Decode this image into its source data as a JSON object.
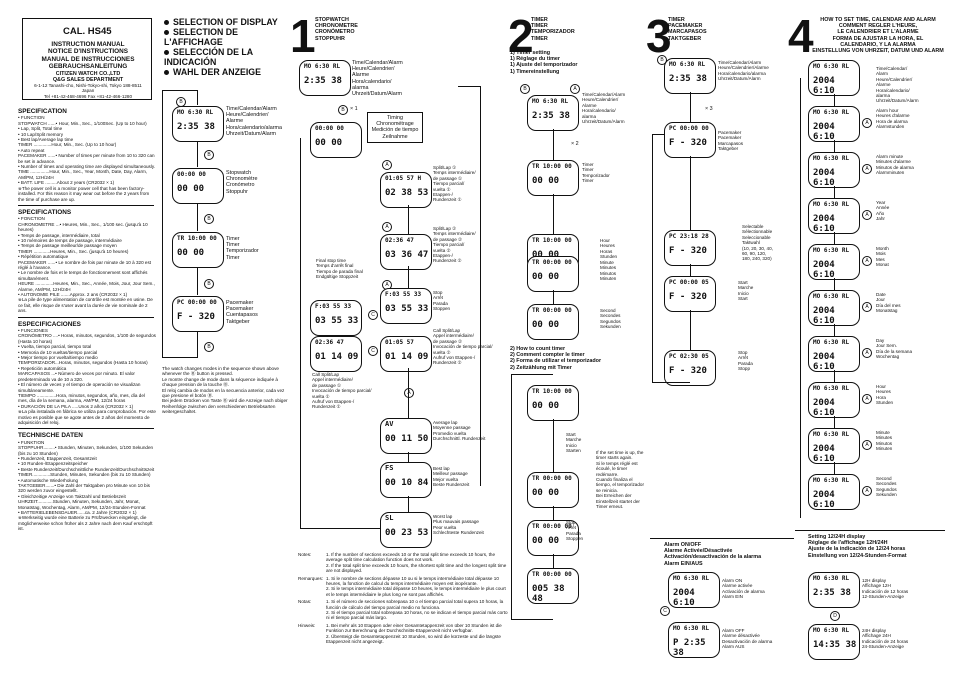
{
  "header": {
    "cal": "CAL. HS45",
    "titles": [
      "INSTRUCTION MANUAL",
      "NOTICE D'INSTRUCTIONS",
      "MANUAL DE INSTRUCCIONES",
      "GEBRAUCHSANLEITUNG"
    ],
    "company": "CITIZEN WATCH CO.,LTD",
    "dept": "Q&G SALES DEPARTMENT",
    "address1": "6-1-12 Tanashi-cho, Nishi-Tokyo-shi, Tokyo 188-8511 Japan",
    "address2": "Tel +81-42-468-4696  Fax +81-42-466-1280"
  },
  "specs": {
    "en": {
      "title": "SPECIFICATION",
      "lines": [
        "• FUNCTION",
        "STOPWATCH ......• Hour, Min., Sec., 1/100Sec. (Up to 10 hour)",
        "• Lap, Split, Total time",
        "• 10 Lap/Split memory",
        "• Best lap/Average lap time",
        "TIMER ..............Hour, Min., Sec. (Up to 10 hour)",
        "• Auto repeat",
        "PACEMAKER ......• Number of times per minute from 10 to 320 can be set in advance.",
        "• Number of times and operating time are displayed simultaneously.",
        "TIME ...............Hour, Min., Sec., Year, Month, Date, Day, Alarm, AM/PM, 12H/24H",
        "• BATT. LIFE .........About 2 years  (CR2032 × 1)",
        "※The power cell is a monitor power cell that has been factory-installed. For this reason it may wear out before the 2 years from the time of purchase are up."
      ]
    },
    "fr": {
      "title": "SPECIFICATIONS",
      "lines": [
        "• FONCTION",
        "CHRONOMETRE ...• Heures, Min., Sec., 1/100 sec. (jusqu'à 10 heures)",
        "• Temps de passage, intermédiaire, total",
        "• 10 mémoires de temps de passage, intermédiaire",
        "• Temps de passage meilleur/de passage moyen",
        "TIMER .............Heures, Min., Sec. (jusqu'à 10 heures)",
        "• Répétition automatique",
        "PACEMAKER ......• Le nombre de fois par minute de 10 à 320 est réglé à l'avance.",
        "• Le nombre de fois et le temps de fonctionnement sont affichés simultanément.",
        "HEURE ..............Heures, Min., Sec., Année, Mois, Jour, Jour Sem., Alarme, AM/PM, 12H/24H",
        "• AUTONOMIE PILE .......Approx. 2 ans  (CR2032 × 1)",
        "※La pile de type alimentation de contrôle est montée en usine. De ce fait, elle risque de s'user avant la durée de vie nominale de 2 ans."
      ]
    },
    "es": {
      "title": "ESPECIFICACIONES",
      "lines": [
        "• FUNCIONES",
        "CRONÓMETRO ....• Horas, minutos, segundos, 1/100 de segundos (Hasta 10 horas)",
        "• Vuelta, tiempo parcial, tiempo total",
        "• Memoria de 10 vueltas/tiempo parcial",
        "• Mejor tiempo por vuelta/tiempo medio",
        "TEMPORIZADOR...Horas, minutos, segundos (Hasta 10 horas)",
        "• Repetición automática",
        "MARCAPASOS ...• Número de veces por minuto. El valor predeterminado va de 10 a 320.",
        "• El número de veces y el tiempo de operación se visualizan simultáneamente.",
        "TIEMPO ...............Hora, minutos, segundos, año, mes, día del mes, día de la semana, alarma, AM/PM, 12/24 horas",
        "• DURACIÓN DE LA PILA .....Unos 2 años  (CR2032 × 1)",
        "※La pila instalada en fábrica se utiliza para comprobación. Por este motivo es posible que se agote antes de 2 años del momento de adquisición del reloj."
      ]
    },
    "de": {
      "title": "TECHNISCHE DATEN",
      "lines": [
        "• FUNKTION",
        "STOPPUHR.........• Stunden, Minuten, Sekunden, 1/100 Sekunden (bis zu 10 Stunden)",
        "• Rundenzeit, Etappenzeit, Gesamtzeit",
        "• 10 Runden-/Etappenzeitspeicher",
        "• Beste Rundenzeit/Durchschnittliche Rundenzeit/Durchschnittszeit",
        "TIMER..............Stunden, Minuten, Sekunden (bis zu 10 Stunden)",
        "• Automatische Wiederholung",
        "TAKTGEBER.......• Die Zahl der Taktgaben pro Minute von 10 bis 320 werden zuvor eingestellt.",
        "• Gleichzeitige Anzeige von Taktzahl und Betriebszeit",
        "UHRZEIT............Stunden, Minuten, Sekunden, Jahr, Monat, Monatstag, Wochentag, Alarm, AM/PM, 12/24-Stunden-Format",
        "• BATTERIELEBENSDAUER......ca. 2 Jahre (CR2032 × 1)",
        "※Werkseitig wurde eine Batterie zu Prüfzwecken eingelegt, die möglicherweise schon früher als 2 Jahre nach dem Kauf erschöpft ist."
      ]
    }
  },
  "selection": {
    "titles": [
      "SELECTION OF DISPLAY",
      "SELECTION DE L'AFFICHAGE",
      "SELECCIÓN DE LA INDICACIÓN",
      "WAHL DER ANZEIGE"
    ],
    "modes": [
      {
        "name": "time",
        "l1": "MO 6:30 RL",
        "l2": "2:35 38",
        "labels": [
          "Time/Calendar/Alarm",
          "Heure/Calendrier/",
          "Alarme",
          "Hora/calendario/alarma",
          "Uhrzeit/Datum/Alarm"
        ]
      },
      {
        "name": "stopwatch",
        "l1": "00:00 00",
        "l2": "00 00",
        "labels": [
          "Stopwatch",
          "Chronomètre",
          "Cronómetro",
          "Stoppuhr"
        ]
      },
      {
        "name": "timer",
        "l1": "TR 10:00 00",
        "l2": "00 00",
        "labels": [
          "Timer",
          "Timer",
          "Temporizador",
          "Timer"
        ]
      },
      {
        "name": "pacemaker",
        "l1": "PC 00:00 00",
        "l2": "F - 320",
        "labels": [
          "Pacemaker",
          "Pacemaker",
          "Cuentapasos",
          "Taktgeber"
        ]
      }
    ],
    "note": [
      "The watch changes modes in the sequence shown above whenever the Ⓑ button is pressed.",
      "Le montre change de mode dans la séquence indiquée à chaque pression de la touche Ⓑ.",
      "El reloj cambia de modos en la secuencia anterior, cada vez que presione el botón Ⓑ.",
      "Bei jedem Drücken von Taste Ⓑ wird die Anzeige nach obiger Reihenfolge zwischen den verschiedenen Betriebsarten weitergeschaltet."
    ]
  },
  "section1": {
    "number": "1",
    "titles": [
      "STOPWATCH",
      "CHRONOMETRE",
      "CRONÓMETRO",
      "STOPPUHR"
    ],
    "timing": [
      "Timing",
      "Chronométrage",
      "Medición de tiempo",
      "Zeilnahme"
    ],
    "split1": [
      "Split/Lap ①",
      "Temps intermédiaire/",
      "de passage ①",
      "Tiempo parcial/",
      "vuelta ①",
      "Etappen-/",
      "Rundenzeit ①"
    ],
    "split2": [
      "Split/Lap ②",
      "Temps intermédiaire/",
      "de passage ②",
      "Tiempo parcial/",
      "vuelta ②",
      "Etappen-/",
      "Rundenzeit ②"
    ],
    "final": [
      "Final stop time",
      "Temps d'arrêt final",
      "Tiempo de parada final",
      "Endgültige Stoppzeit"
    ],
    "stop": [
      "Stop",
      "Arrêt",
      "Parada",
      "Stoppen"
    ],
    "callsplit": [
      "Call Split/Lap",
      "Appel intermédiaire/",
      "de passage ①",
      "Invocación de tiempo parcial/",
      "vuelta ①",
      "Aufruf von Etappen-/",
      "Rundenzeit ①"
    ],
    "callsplit2": [
      "Call Split/Lap",
      "Appel intermédiaire/",
      "de passage ②",
      "Invocación de tiempo parcial/",
      "vuelta ②",
      "Aufruf von Etappen-/",
      "Rundenzeit ②"
    ],
    "average": [
      "Average lap",
      "Moyenne passage",
      "Promedio vuelta",
      "Durchschnittl. Rundenzeit"
    ],
    "best": [
      "Best lap",
      "Meilleur passage",
      "Mejor vuelta",
      "Beste Rundenzeit"
    ],
    "worst": [
      "Worst lap",
      "Plus mauvais passage",
      "Peor vuelta",
      "Schlechteste Rundenzeit"
    ],
    "displays": {
      "start": "00:00 00",
      "split1a": "01:05 57 H",
      "split1b": "02 38 53",
      "split2a": "02:36 47",
      "split2b": "03 36 47",
      "finala": "F:03 55 33",
      "finalb": "03 55 33",
      "calla": "01:05 57",
      "callb": "01 14 09",
      "av": "00 11 50",
      "fs": "00 10 84",
      "sl": "00 23 53"
    },
    "notes_label": [
      "Notes:",
      "Remarques:",
      "Notas:",
      "Hinweis:"
    ],
    "notes": [
      "1. If the number of sections exceeds 10 or the total split time exceeds 10 hours, the average split time calculation function does not work.",
      "2. If the total split time exceeds 10 hours, the shortest split time and the longest split time are not displayed.",
      "1. Si le nombre de sections dépasse 10 ou si le temps intermédiaire total dépasse 10 heures, la fonction de calcul du temps intermédiaire moyen est inopérante.",
      "2. Si le temps intermédiaire total dépasse 10 heures, le temps intermédiaire le plus court et le temps intermédiaire le plus long ne sont pas affichés.",
      "1. Si el número de secciones sobrepasa 10 o el tiempo parcial total supera 10 horas, la función de cálculo del tiempo parcial medio no funciona.",
      "2. Si el tiempo parcial total sobrepasa 10 horas, no se indican el tiempo parcial más corto ni el tiempo parcial más largo.",
      "1. Bei mehr als 10 Etappen oder einer Gesamtetappenzeit von über 10 Stunden ist die Funktion zur Berechnung der Durchschnitts-Etappenzeit nicht verfügbar.",
      "2. Übersteigt die Gesamtetappenzeit 10 Stunden, so wird die kürzeste und die längste Etappenzeit nicht angezeigt."
    ]
  },
  "section2": {
    "number": "2",
    "titles": [
      "TIMER",
      "TIMER",
      "TEMPORIZADOR",
      "TIMER"
    ],
    "setting": [
      "1) Timer setting",
      "1) Réglage du timer",
      "1) Ajuste del temporizador",
      "1) Timereinstellung"
    ],
    "modes": [
      "Time/Calendar/Alarm",
      "Heure/Calendrier/",
      "Alarme",
      "Hora/calendario/",
      "alarma",
      "Uhrzeit/Datum/Alarm"
    ],
    "timer": [
      "Timer",
      "Timer",
      "Temporizador",
      "Timer"
    ],
    "hour": [
      "Hour",
      "Heures",
      "Horas",
      "Stunden"
    ],
    "minute": [
      "Minute",
      "Minutes",
      "Minutos",
      "Minuten"
    ],
    "second": [
      "Second",
      "Secondes",
      "Segundos",
      "Sekunden"
    ],
    "count": [
      "2) How to count timer",
      "2) Comment compter le timer",
      "2) Forma de utilizar el temporizador",
      "2) Zeitzählung mit Timer"
    ],
    "start": [
      "Start",
      "Marche",
      "Inicio",
      "Starten"
    ],
    "if0": [
      "If the set time is up, the timer starts again.",
      "Si le temps réglé est écoulé, le timer redémarre.",
      "Cuando finaliza el tiempo, el temporizador se reinicia.",
      "Bei Erreichen der Einstellzeit startet der Timer erneut."
    ],
    "stop": [
      "Stop",
      "Arrêt",
      "Parada",
      "Stoppen"
    ],
    "displays": {
      "t1": "TR 10:00 00",
      "t1b": "00 00",
      "t2": "TR 10:00 00",
      "t3": "TR 00:00 00",
      "t4": "TR 00:00 00",
      "t5": "TR 00:00 00",
      "c1": "TR 10:00 00",
      "c2": "TR 00:00 00",
      "c3": "TR 00:00 00",
      "c4": "TR 00:00 00",
      "c4b": "005 38 48"
    }
  },
  "section3": {
    "number": "3",
    "titles": [
      "TIMER",
      "PACEMAKER",
      "MARCAPASOS",
      "TAKTGEBER"
    ],
    "modes": [
      "Time/Calendar/Alarm",
      "Heure/Calendrier/Alarme",
      "Hora/calendario/alarma",
      "Uhrzeit/Datum/Alarm"
    ],
    "pacemaker": [
      "Pacemaker",
      "Pacemaker",
      "Marcapasos",
      "Taktgeber"
    ],
    "selectable": [
      "Selectable",
      "Sélectionnable",
      "Seleccionable",
      "Taktwahl",
      "(10, 20, 30, 40,",
      "60, 90, 120,",
      "180, 240, 320)"
    ],
    "start": [
      "Start",
      "Marche",
      "Inicio",
      "Start"
    ],
    "stop": [
      "Stop",
      "Arrêt",
      "Parada",
      "Stopp"
    ],
    "displays": {
      "p1": "PC 00:00 00",
      "p1b": "F - 320",
      "p2": "PC 23:18 28",
      "p2b": "F - 320",
      "p3": "PC 00:00 05",
      "p3b": "F - 320",
      "p4": "PC 02:30 05",
      "p4b": "F - 320"
    }
  },
  "section4": {
    "number": "4",
    "titles": [
      "HOW TO SET TIME, CALENDAR AND ALARM",
      "COMMENT REGLER L'HEURE,",
      "LE CALENDRIER ET L'ALARME",
      "FORMA DE AJUSTAR LA HORA, EL",
      "CALENDARIO, Y LA ALARMA",
      "EINSTELLUNG VON UHRZEIT, DATUM UND ALARM"
    ],
    "rows": [
      {
        "l1": "MO 6:30 RL",
        "l2": "2004 6:10",
        "labels": [
          "Time/Calendar/",
          "Alarm",
          "Heure/Calendrier/",
          "Alarme",
          "Hora/calendario/",
          "alarma",
          "Uhrzeit/Datum/Alarm"
        ]
      },
      {
        "l1": "MO 6:30 RL",
        "l2": "2004 6:10",
        "labels": [
          "Alarm hour",
          "Heures d'alarme",
          "Hora de alarma",
          "Alarmstunden"
        ]
      },
      {
        "l1": "MO 6:30 RL",
        "l2": "2004 6:10",
        "labels": [
          "Alarm minute",
          "Minutes d'alarme",
          "Minutos de alarma",
          "Alarmminuten"
        ]
      },
      {
        "l1": "MO 6:30 RL",
        "l2": "2004 6:10",
        "labels": [
          "Year",
          "Année",
          "Año",
          "Jahr"
        ]
      },
      {
        "l1": "MO 6:30 RL",
        "l2": "2004 6:10",
        "labels": [
          "Month",
          "Mois",
          "Mes",
          "Monat"
        ]
      },
      {
        "l1": "MO 6:30 RL",
        "l2": "2004 6:10",
        "labels": [
          "Date",
          "Jour",
          "Día del mes",
          "Monatstag"
        ]
      },
      {
        "l1": "MO 6:30 RL",
        "l2": "2004 6:10",
        "labels": [
          "Day",
          "Jour Sem.",
          "Día de la semana",
          "Wochentag"
        ]
      },
      {
        "l1": "MO 6:30 RL",
        "l2": "2004 6:10",
        "labels": [
          "Hour",
          "Heures",
          "Hora",
          "Stunden"
        ]
      },
      {
        "l1": "MO 6:30 RL",
        "l2": "2004 6:10",
        "labels": [
          "Minute",
          "Minutes",
          "Minutos",
          "Minuten"
        ]
      },
      {
        "l1": "MO 6:30 RL",
        "l2": "2004 6:10",
        "labels": [
          "Second",
          "Secondes",
          "Segundos",
          "Sekunden"
        ]
      }
    ],
    "format_titles": [
      "Setting 12/24H display",
      "Réglage de l'affichage 12H/24H",
      "Ajuste de la indicación de 12/24 horas",
      "Einstellung von 12/24-Stunden-Format"
    ],
    "h12": [
      "12H display",
      "Affichage 12H",
      "Indicación de 12 horas",
      "12-Stunden-Anzeige"
    ],
    "h24": [
      "24H display",
      "Affichage 24H",
      "Indicación de 24 horas",
      "24-Stunden-Anzeige"
    ],
    "d12": {
      "l1": "MO 6:30 RL",
      "l2": "2:35 38"
    },
    "d24": {
      "l1": "MO 6:30 RL",
      "l2": "14:35 38"
    }
  },
  "alarm": {
    "titles": [
      "Alarm ON/OFF",
      "Alarme Activée/Désactivée",
      "Activación/desactivación de la alarma",
      "Alarm EIN/AUS"
    ],
    "on": [
      "Alarm ON",
      "Alarme activée",
      "Activación de alarma",
      "Alarm EIN"
    ],
    "off": [
      "Alarm OFF",
      "Alarme désactivée",
      "Desactivación de alarma",
      "Alarm AUS"
    ],
    "d1": {
      "l1": "MO 6:30 RL",
      "l2": "2004 6:10"
    },
    "d2": {
      "l1": "MO 6:30 RL",
      "l2": "2004 6:10"
    },
    "d3": {
      "l1": "MO 6:30 RL",
      "l2": "P 2:35 38"
    }
  },
  "ui": {
    "btn_a": "A",
    "btn_b": "B",
    "btn_c": "C",
    "btn_d": "D",
    "x1": "× 1",
    "x2": "× 2",
    "x3": "× 3"
  }
}
